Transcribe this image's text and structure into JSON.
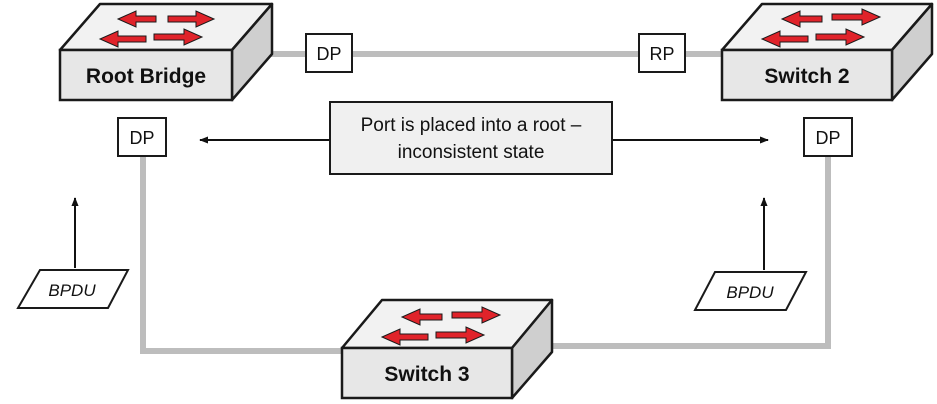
{
  "colors": {
    "link": "#bdbdbd",
    "switch_top": "#f2f2f2",
    "switch_front": "#e7e7e7",
    "switch_side": "#cfcfcf",
    "arrow_red": "#e0232a",
    "outline": "#1a1a1a",
    "note_fill": "#f0f0f0"
  },
  "switches": {
    "root": {
      "label": "Root Bridge",
      "icon": "network-switch-icon"
    },
    "switch2": {
      "label": "Switch 2",
      "icon": "network-switch-icon"
    },
    "switch3": {
      "label": "Switch 3",
      "icon": "network-switch-icon"
    }
  },
  "ports": {
    "root_east": "DP",
    "switch2_west": "RP",
    "root_south": "DP",
    "switch2_south": "DP"
  },
  "note": {
    "line1": "Port is placed into a root –",
    "line2": "inconsistent state"
  },
  "bpdu": {
    "left": "BPDU",
    "right": "BPDU"
  }
}
